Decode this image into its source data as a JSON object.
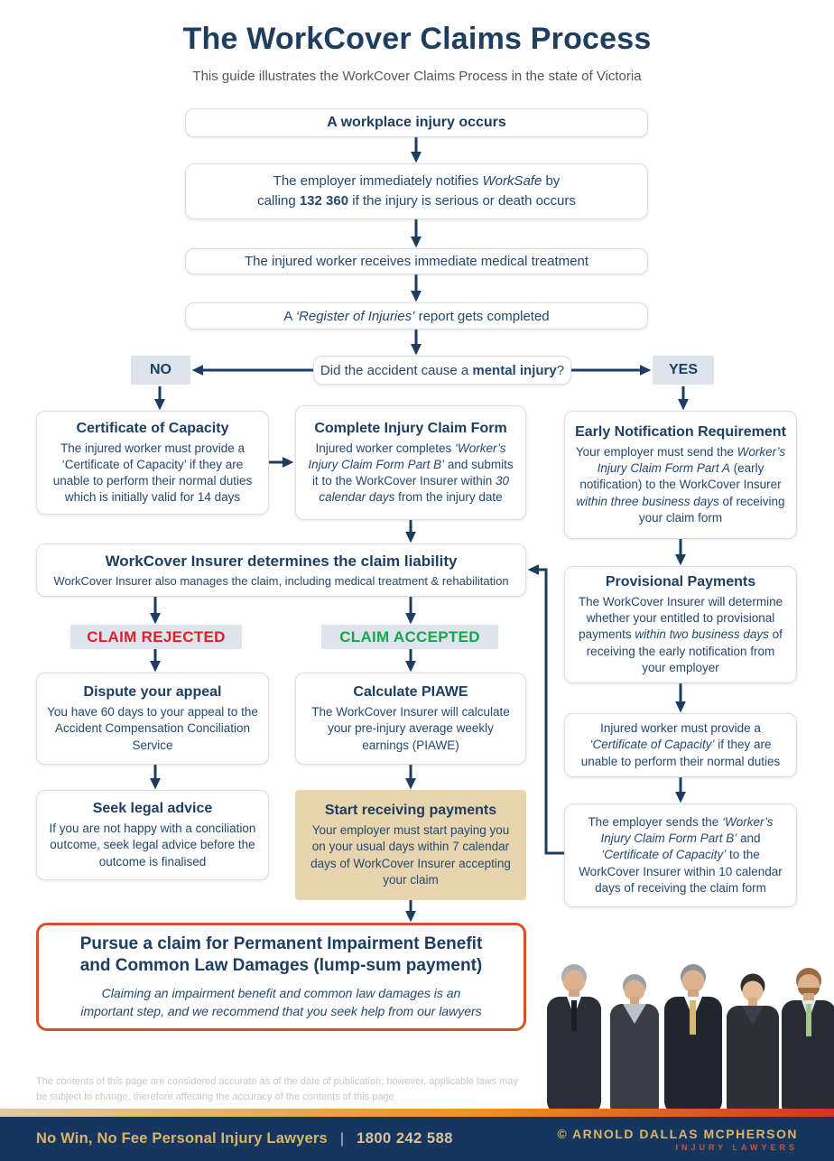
{
  "header": {
    "title": "The WorkCover Claims Process",
    "subtitle": "This guide illustrates the WorkCover Claims Process in the state of Victoria"
  },
  "steps": {
    "injury": "A workplace injury occurs",
    "notify": [
      {
        "t": "The employer immediately notifies "
      },
      {
        "t": "WorkSafe",
        "s": "i"
      },
      {
        "t": " by"
      },
      {
        "br": true
      },
      {
        "t": "calling "
      },
      {
        "t": "132 360",
        "s": "b"
      },
      {
        "t": " if the injury is serious or death occurs"
      }
    ],
    "treatment": "The injured worker receives immediate medical treatment",
    "register": [
      {
        "t": "A "
      },
      {
        "t": "‘Register of Injuries’",
        "s": "i"
      },
      {
        "t": " report gets completed"
      }
    ]
  },
  "decision": {
    "question": [
      {
        "t": "Did the accident cause a "
      },
      {
        "t": "mental injury",
        "s": "b"
      },
      {
        "t": "?"
      }
    ],
    "no": "NO",
    "yes": "YES"
  },
  "left": {
    "certificate_title": "Certificate of Capacity",
    "certificate_body": "The injured worker must provide a ‘Certificate of Capacity’ if they are unable to perform their normal duties which is initially valid for 14 days",
    "rejected": "CLAIM REJECTED",
    "dispute_title": "Dispute your appeal",
    "dispute_body": "You have 60 days to your appeal to the Accident Compensation Conciliation Service",
    "seek_title": "Seek legal advice",
    "seek_body": "If you are not happy with a conciliation outcome, seek legal advice before the outcome is finalised"
  },
  "middle": {
    "form_title": "Complete Injury Claim Form",
    "form_body": [
      {
        "t": "Injured worker completes "
      },
      {
        "t": "‘Worker’s Injury Claim Form Part B’",
        "s": "i"
      },
      {
        "t": " and submits it to the WorkCover Insurer within "
      },
      {
        "t": "30 calendar days",
        "s": "i"
      },
      {
        "t": " from the injury date"
      }
    ],
    "determine_title": "WorkCover Insurer determines the claim liability",
    "determine_body": "WorkCover Insurer also manages the claim, including medical treatment & rehabilitation",
    "accepted": "CLAIM ACCEPTED",
    "piawe_title": "Calculate PIAWE",
    "piawe_body": "The WorkCover Insurer will calculate your pre-injury average weekly earnings (PIAWE)",
    "payments_title": "Start receiving payments",
    "payments_body": "Your employer must start paying you on your usual days within 7 calendar days of WorkCover Insurer accepting your claim"
  },
  "right": {
    "early_title": "Early Notification Requirement",
    "early_body": [
      {
        "t": "Your employer must send the "
      },
      {
        "t": "Worker’s Injury Claim Form Part A",
        "s": "i"
      },
      {
        "t": " (early notification) to the WorkCover Insurer "
      },
      {
        "t": "within three business days",
        "s": "i"
      },
      {
        "t": " of receiving your claim form"
      }
    ],
    "provisional_title": "Provisional Payments",
    "provisional_body": [
      {
        "t": "The WorkCover Insurer will determine whether your entitled to provisional payments "
      },
      {
        "t": "within two business days",
        "s": "i"
      },
      {
        "t": " of receiving the early notification from your employer"
      }
    ],
    "capacity_note": [
      {
        "t": "Injured worker must provide a "
      },
      {
        "t": "‘Certificate of Capacity’",
        "s": "i"
      },
      {
        "t": " if they are unable to perform their normal duties"
      }
    ],
    "employer_sends": [
      {
        "t": "The employer sends the "
      },
      {
        "t": "‘Worker’s Injury Claim Form Part B’",
        "s": "i"
      },
      {
        "t": " and "
      },
      {
        "t": "‘Certificate of Capacity’",
        "s": "i"
      },
      {
        "t": " to the WorkCover Insurer within 10 calendar days of receiving the claim form"
      }
    ]
  },
  "final": {
    "title": "Pursue a claim for Permanent Impairment Benefit and Common Law Damages (lump-sum payment)",
    "body": "Claiming an impairment benefit and common law damages is an important step, and we recommend that you seek help from our lawyers"
  },
  "disclaimer": "The contents of this page are considered accurate as of the date of publication; however, applicable laws may be subject to change, therefore affecting the accuracy of the contents of this page",
  "footer": {
    "tagline": "No Win, No Fee Personal Injury Lawyers",
    "separator": "|",
    "phone": "1800 242 588",
    "brand": "© ARNOLD DALLAS MCPHERSON",
    "brand_sub": "INJURY LAWYERS"
  },
  "colors": {
    "navy": "#1d3e60",
    "text": "#25486e",
    "border": "#d9dee4",
    "badge_bg": "#dde4ec",
    "rejected": "#e01f26",
    "accepted": "#17a64d",
    "tan": "#e8d5af",
    "accent_red": "#d5502b",
    "footer_bg": "#15375f",
    "gold": "#d9b469",
    "phone_gold": "#d9c49a",
    "brand_sub": "#c2563a",
    "arrow": "#1c3c60",
    "disclaimer": "#c4c8cd",
    "stripe_left": "#dfcda7",
    "stripe_mid": "#ec9122",
    "stripe_right": "#d03427"
  }
}
